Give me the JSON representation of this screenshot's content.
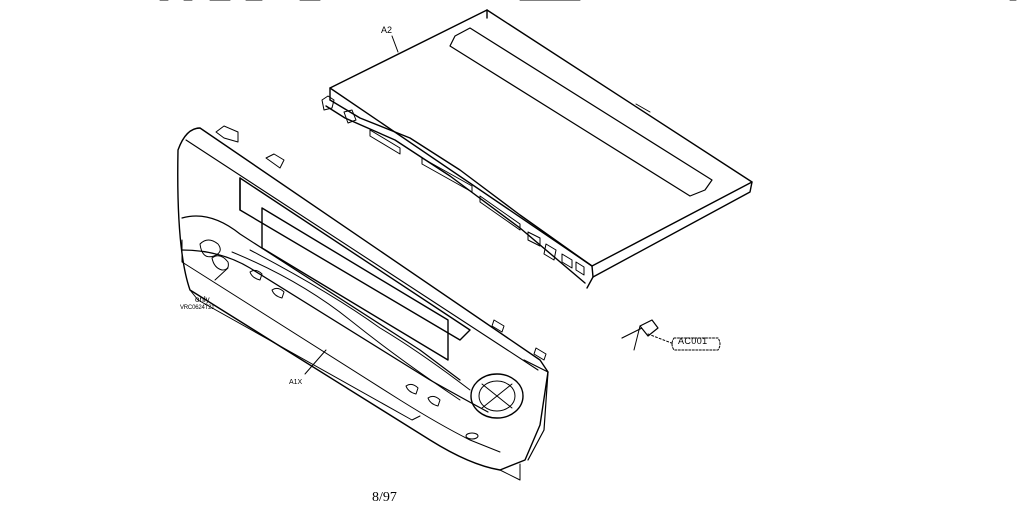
{
  "labels": {
    "top_cover": "A2",
    "lower_assembly_note": "only",
    "lower_assembly_part": "VRC0624T21",
    "front_panel": "A1X",
    "connector": "AC001",
    "footer": "8/97"
  }
}
